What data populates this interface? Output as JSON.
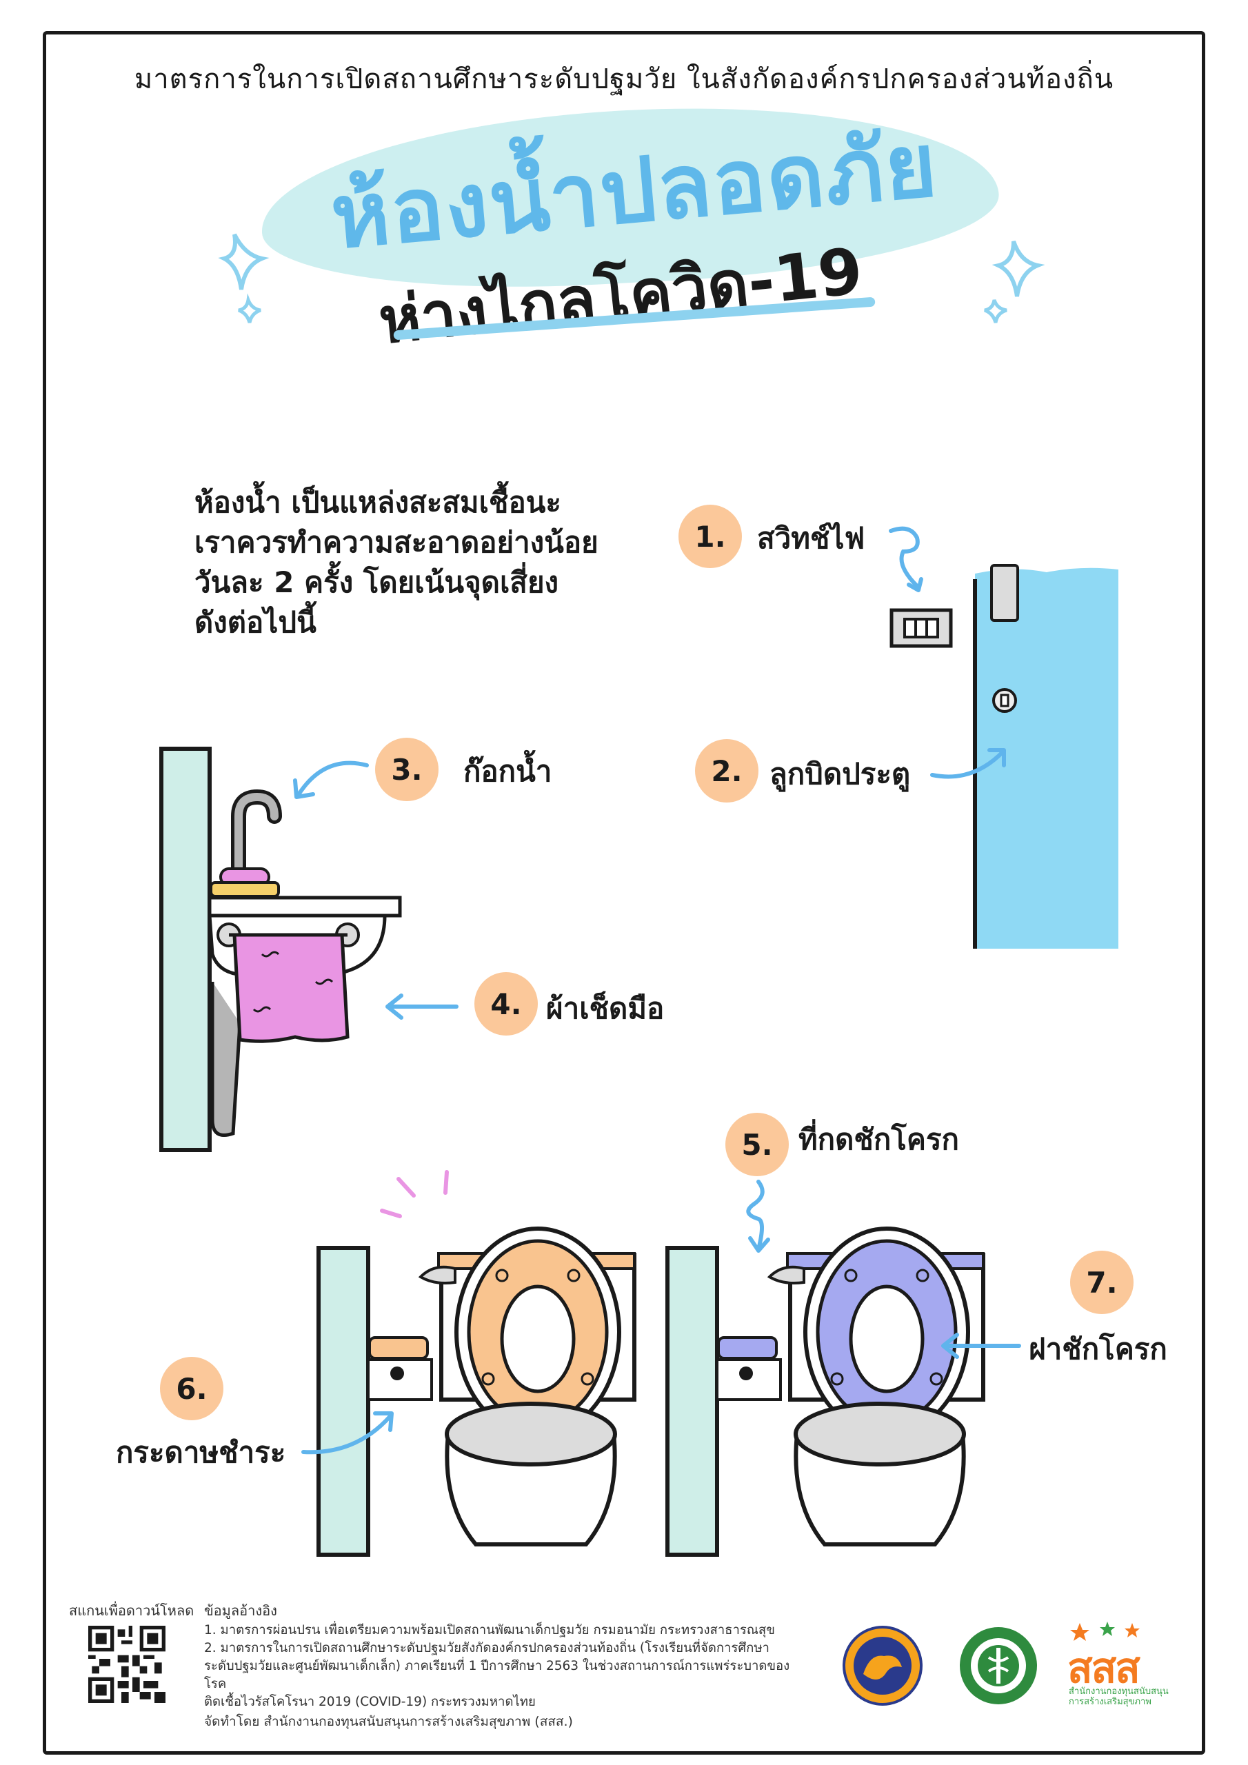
{
  "header": {
    "caption": "มาตรการในการเปิดสถานศึกษาระดับปฐมวัย ในสังกัดองค์กรปกครองส่วนท้องถิ่น",
    "title_main": "ห้องน้ำปลอดภัย",
    "title_sub": "ห่างไกลโควิด-19"
  },
  "intro": "ห้องน้ำ เป็นแหล่งสะสมเชื้อนะ\nเราควรทำความสะอาดอย่างน้อย\nวันละ 2 ครั้ง โดยเน้นจุดเสี่ยง\nดังต่อไปนี้",
  "points": [
    {
      "num": "1.",
      "label": "สวิทช์ไฟ"
    },
    {
      "num": "2.",
      "label": "ลูกบิดประตู"
    },
    {
      "num": "3.",
      "label": "ก๊อกน้ำ"
    },
    {
      "num": "4.",
      "label": "ผ้าเช็ดมือ"
    },
    {
      "num": "5.",
      "label": "ที่กดชักโครก"
    },
    {
      "num": "6.",
      "label": "กระดาษชำระ"
    },
    {
      "num": "7.",
      "label": "ฝาชักโครก"
    }
  ],
  "footer": {
    "qr_label": "สแกนเพื่อดาวน์โหลด",
    "ref_title": "ข้อมูลอ้างอิง",
    "ref_text": "1. มาตรการผ่อนปรน เพื่อเตรียมความพร้อมเปิดสถานพัฒนาเด็กปฐมวัย กรมอนามัย กระทรวงสาธารณสุข\n2. มาตรการในการเปิดสถานศึกษาระดับปฐมวัยสังกัดองค์กรปกครองส่วนท้องถิ่น (โรงเรียนที่จัดการศึกษา\nระดับปฐมวัยและศูนย์พัฒนาเด็กเล็ก) ภาคเรียนที่ 1 ปีการศึกษา 2563 ในช่วงสถานการณ์การแพร่ระบาดของโรค\nติดเชื้อไวรัสโคโรนา 2019 (COVID-19) กระทรวงมหาดไทย",
    "made_by": "จัดทำโดย สำนักงานกองทุนสนับสนุนการสร้างเสริมสุขภาพ (สสส.)",
    "sss_logo_text": "สสส",
    "sss_logo_sub": "สำนักงานกองทุนสนับสนุน การสร้างเสริมสุขภาพ"
  },
  "colors": {
    "title_blue": "#5fb8ea",
    "badge_orange": "#fbc89a",
    "door_blue": "#8fd9f4",
    "wall_green": "#cfeee8",
    "towel_pink": "#e995e3",
    "seat_orange": "#f9c48f",
    "seat_purple": "#a5a9f0",
    "arrow_blue": "#5fb4ec"
  }
}
